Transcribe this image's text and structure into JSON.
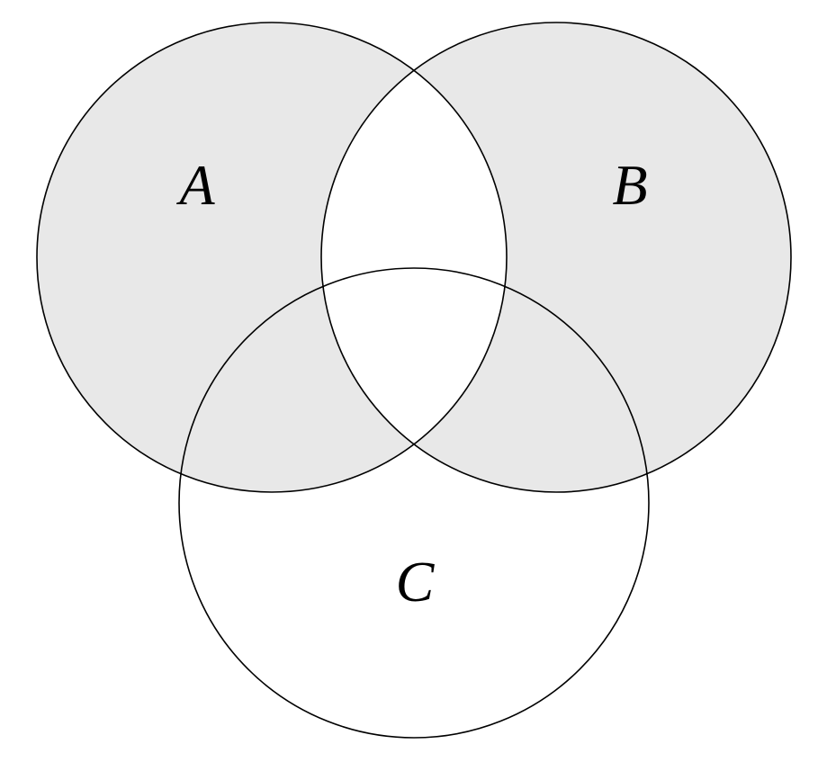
{
  "figure": {
    "type": "venn-diagram",
    "description": "Three-set Venn diagram; the symmetric difference of A and B (A union B minus A intersect B) is shaded, set C is unshaded",
    "sets": [
      {
        "label": "A"
      },
      {
        "label": "B"
      },
      {
        "label": "C"
      }
    ]
  },
  "colors": {
    "background": "#ffffff",
    "shaded_fill": "#e8e8e8",
    "stroke": "#000000",
    "label": "#000000"
  }
}
